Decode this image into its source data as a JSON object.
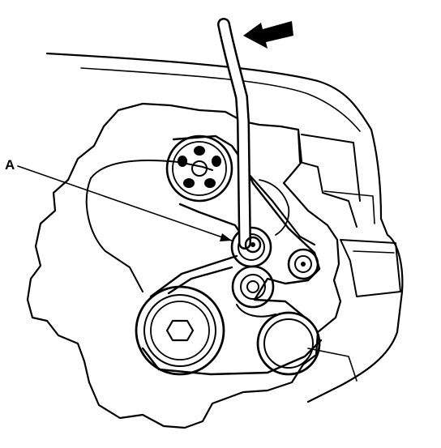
{
  "diagram": {
    "callouts": [
      {
        "id": "A",
        "label": "A",
        "target": "belt-tensioner-pulley"
      }
    ],
    "components": [
      "engine-block-outline",
      "body-frame-outline",
      "water-pump-pulley",
      "belt-tensioner-pulley",
      "idler-pulley",
      "idler-pulley-lower",
      "crankshaft-pulley",
      "ac-compressor-pulley",
      "drive-belt",
      "tensioner-wrench",
      "direction-arrow"
    ],
    "colors": {
      "ink": "#000000",
      "background": "#ffffff"
    }
  }
}
